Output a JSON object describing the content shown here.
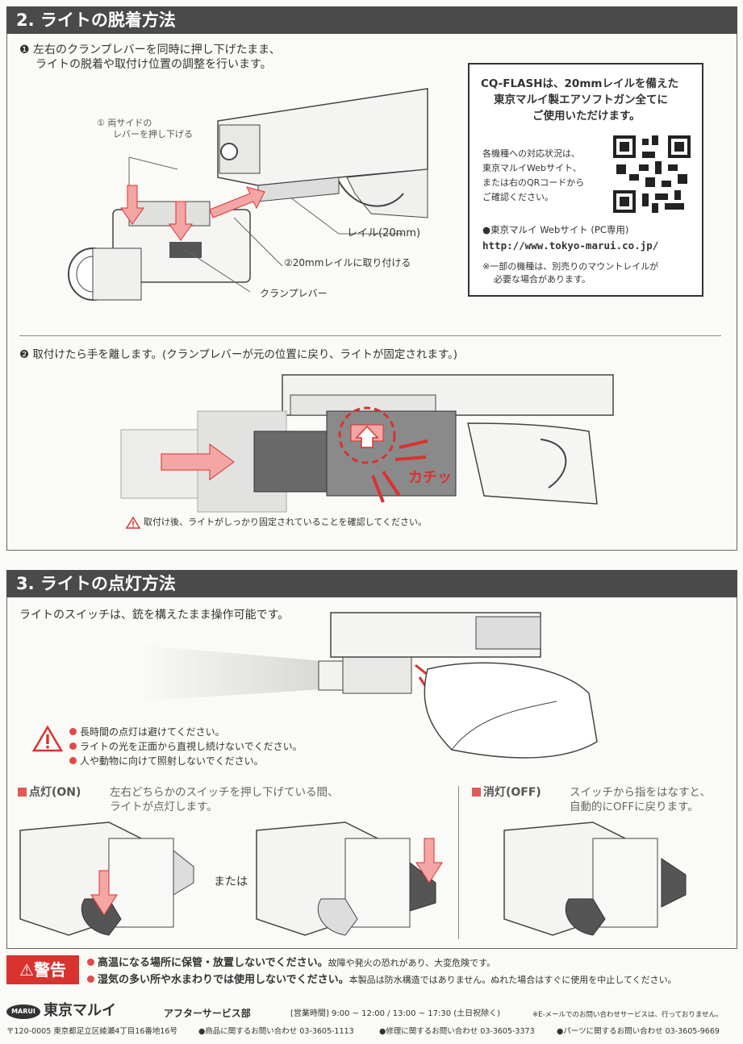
{
  "section2": {
    "header": "2. ライトの脱着方法",
    "step1_line1": "❶ 左右のクランプレバーを同時に押し下げたまま、",
    "step1_line2": "ライトの脱着や取付け位置の調整を行います。",
    "callout_press_1": "① 両サイドの",
    "callout_press_2": "レバーを押し下げる",
    "callout_rail": "レイル(20mm)",
    "callout_attach": "②20mmレイルに取り付ける",
    "callout_clamp": "クランプレバー",
    "info": {
      "title_1": "CQ-FLASHは、20mmレイルを備えた",
      "title_2": "東京マルイ製エアソフトガン全てに",
      "title_3": "ご使用いただけます。",
      "body_1": "各機種への対応状況は、",
      "body_2": "東京マルイWebサイト、",
      "body_3": "または右のQRコードから",
      "body_4": "ご確認ください。",
      "site_label": "●東京マルイ Webサイト (PC専用)",
      "url": "http://www.tokyo-marui.co.jp/",
      "note_1": "※一部の機種は、別売りのマウントレイルが",
      "note_2": "必要な場合があります。"
    },
    "step2": "❷ 取付けたら手を離します。(クランプレバーが元の位置に戻り、ライトが固定されます。)",
    "click_sound": "カチッ",
    "caution": "取付け後、ライトがしっかり固定されていることを確認してください。"
  },
  "section3": {
    "header": "3. ライトの点灯方法",
    "intro": "ライトのスイッチは、銃を構えたまま操作可能です。",
    "warnings": [
      "長時間の点灯は避けてください。",
      "ライトの光を正面から直視し続けないでください。",
      "人や動物に向けて照射しないでください。"
    ],
    "on_label": "点灯(ON)",
    "on_desc_1": "左右どちらかのスイッチを押し下げている間、",
    "on_desc_2": "ライトが点灯します。",
    "or": "または",
    "off_label": "消灯(OFF)",
    "off_desc_1": "スイッチから指をはなすと、",
    "off_desc_2": "自動的にOFFに戻ります。"
  },
  "warning": {
    "badge": "⚠警告",
    "line1_bold": "高温になる場所に保管・放置しないでください。",
    "line1_rest": "故障や発火の恐れがあり、大変危険です。",
    "line2_bold": "湿気の多い所や水まわりでは使用しないでください。",
    "line2_rest": "本製品は防水構造ではありません。ぬれた場合はすぐに使用を中止してください。"
  },
  "footer": {
    "logo_mark": "MARUI",
    "company": "東京マルイ",
    "dept": "アフターサービス部",
    "hours": "[営業時間] 9:00 ~ 12:00 / 13:00 ~ 17:30 (土日祝除く)",
    "email_note": "※E-メールでのお問い合わせサービスは、行っておりません。",
    "address": "〒120-0005 東京都足立区綾瀬4丁目16番地16号",
    "contact_product": "●商品に関するお問い合わせ 03-3605-1113",
    "contact_repair": "●修理に関するお問い合わせ 03-3605-3373",
    "contact_parts": "●パーツに関するお問い合わせ 03-3605-9669"
  },
  "colors": {
    "accent_red": "#d8332f",
    "header_gray": "#4a4a4a"
  }
}
